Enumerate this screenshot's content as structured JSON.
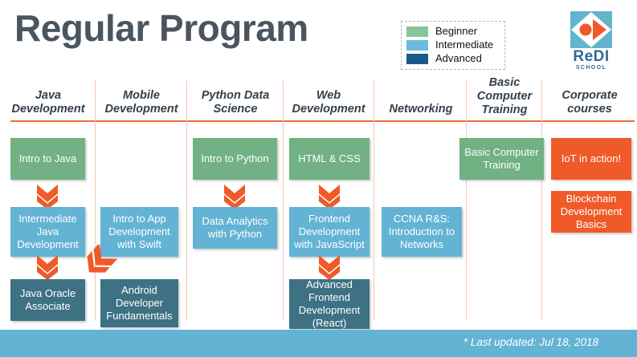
{
  "title": "Regular Program",
  "legend": {
    "items": [
      {
        "label": "Beginner",
        "color": "#86c49a"
      },
      {
        "label": "Intermediate",
        "color": "#6bbcdd"
      },
      {
        "label": "Advanced",
        "color": "#1a5b8a"
      }
    ]
  },
  "logo": {
    "name": "ReDI",
    "subtitle": "SCHOOL",
    "square_color": "#64b4cd",
    "accent_color": "#ef5a28",
    "text_color": "#2d6a96"
  },
  "colors": {
    "beginner": "#71b183",
    "intermediate": "#63b3d4",
    "advanced": "#3d7183",
    "corporate": "#ef5a28",
    "rule": "#e8703a",
    "divider": "#f6c6aa",
    "footer_bar": "#63b3d4",
    "title": "#4a5560"
  },
  "columns": [
    {
      "header": "Java Development",
      "header_lines": [
        "Java",
        "Development"
      ],
      "cards": [
        {
          "label": "Intro to Java",
          "level": "beginner"
        },
        {
          "label": "Intermediate Java Development",
          "level": "intermediate"
        },
        {
          "label": "Java Oracle Associate",
          "level": "advanced"
        }
      ]
    },
    {
      "header": "Mobile Development",
      "header_lines": [
        "Mobile",
        "Development"
      ],
      "cards": [
        {
          "label": "Intro to App Development with Swift",
          "level": "intermediate"
        },
        {
          "label": "Android Developer Fundamentals",
          "level": "advanced"
        }
      ]
    },
    {
      "header": "Python Data Science",
      "header_lines": [
        "Python Data",
        "Science"
      ],
      "cards": [
        {
          "label": "Intro to Python",
          "level": "beginner"
        },
        {
          "label": "Data Analytics with Python",
          "level": "intermediate"
        }
      ]
    },
    {
      "header": "Web Development",
      "header_lines": [
        "Web",
        "Development"
      ],
      "cards": [
        {
          "label": "HTML & CSS",
          "level": "beginner"
        },
        {
          "label": "Frontend Development with JavaScript",
          "level": "intermediate"
        },
        {
          "label": "Advanced Frontend Development (React)",
          "level": "advanced"
        }
      ]
    },
    {
      "header": "Networking",
      "header_lines": [
        "Networking"
      ],
      "cards": [
        {
          "label": "CCNA R&S: Introduction to Networks",
          "level": "intermediate"
        }
      ]
    },
    {
      "header": "Basic Computer Training",
      "header_lines": [
        "Basic",
        "Computer",
        "Training"
      ],
      "cards": [
        {
          "label": "Basic Computer Training",
          "level": "beginner"
        }
      ]
    },
    {
      "header": "Corporate courses",
      "header_lines": [
        "Corporate",
        "courses"
      ],
      "cards": [
        {
          "label": "IoT in action!",
          "level": "corporate"
        },
        {
          "label": "Blockchain Development Basics",
          "level": "corporate"
        }
      ]
    }
  ],
  "arrows": [
    {
      "name": "arrow-java-intro-to-intermediate",
      "direction": "down"
    },
    {
      "name": "arrow-java-intermediate-to-oracle",
      "direction": "down"
    },
    {
      "name": "arrow-swift-to-android",
      "direction": "down-left"
    },
    {
      "name": "arrow-python-intro-to-analytics",
      "direction": "down"
    },
    {
      "name": "arrow-html-to-frontend",
      "direction": "down"
    },
    {
      "name": "arrow-frontend-to-advanced",
      "direction": "down"
    }
  ],
  "footer": {
    "text": "* Last updated: Jul 18, 2018"
  }
}
